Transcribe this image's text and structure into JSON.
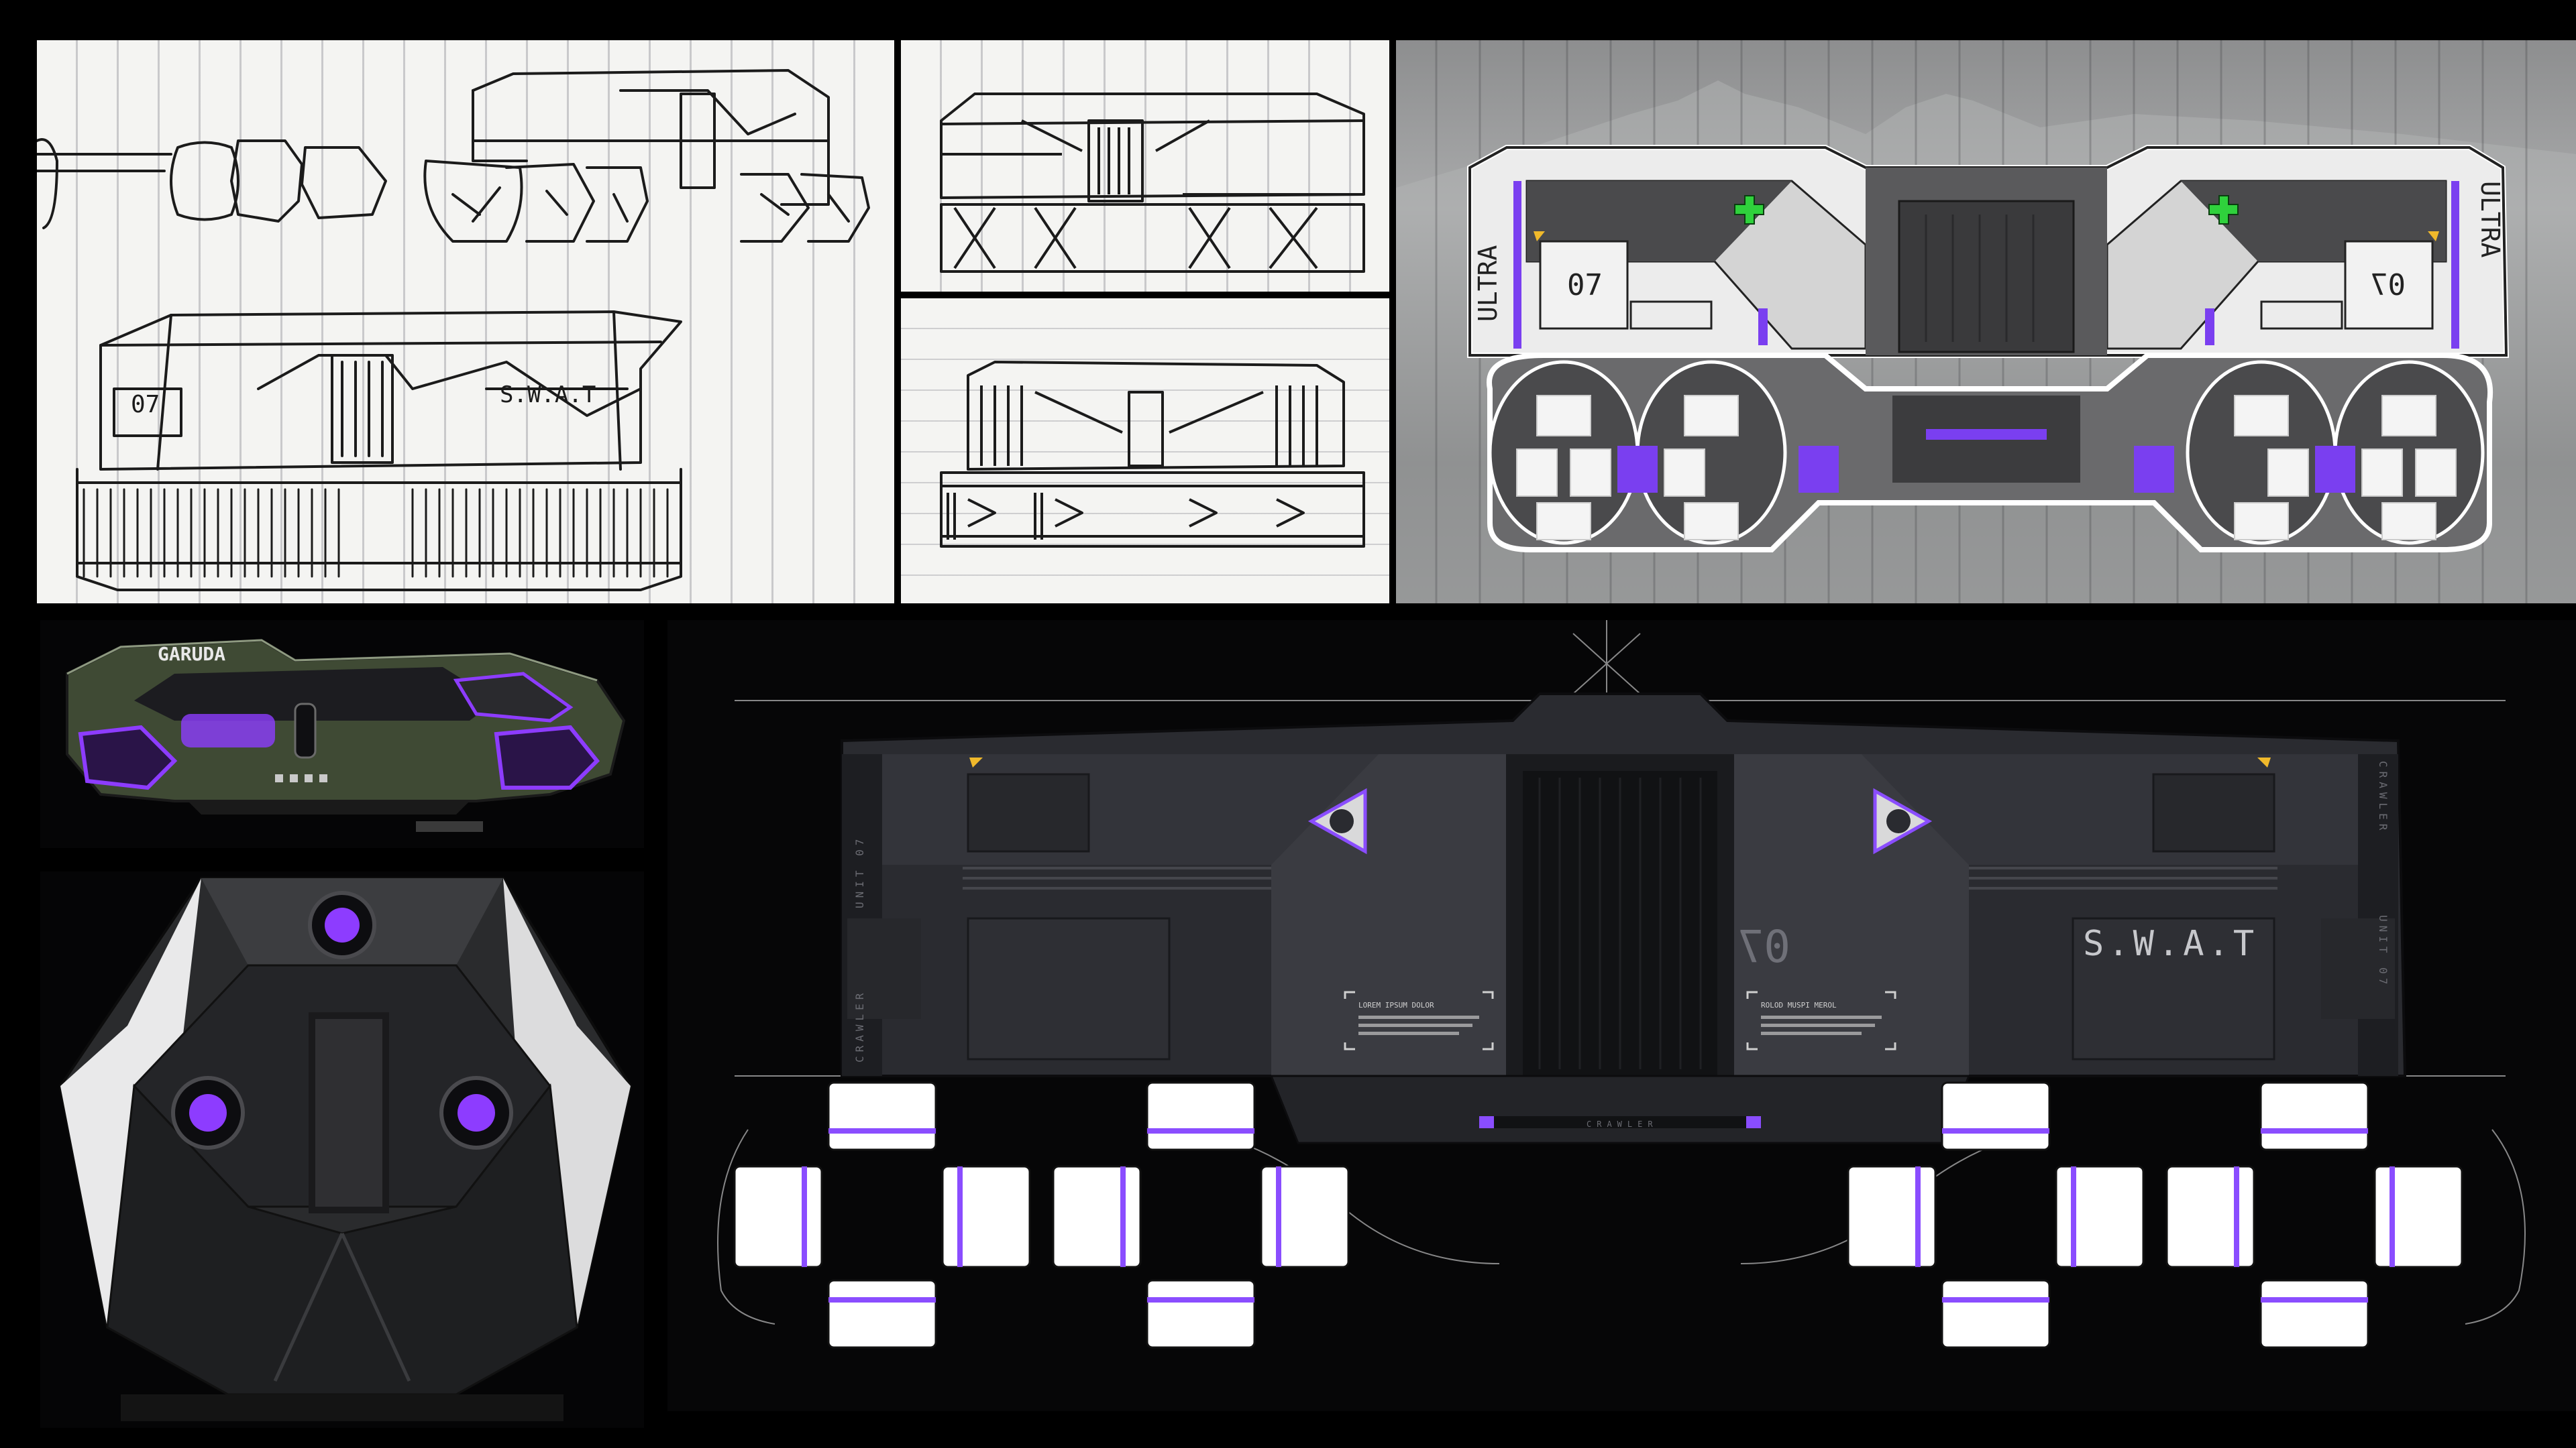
{
  "sketches": {
    "pencil_number": "07",
    "pencil_unit": "S.W.A.T"
  },
  "concept_grey": {
    "side_text_left": "ULTRA",
    "side_text_right": "ULTRA",
    "number_left": "07",
    "number_right": "07",
    "cross_color": "#2fd13c",
    "accent_color": "#7a3ff0"
  },
  "model_top": {
    "brand": "GARUDA",
    "accent_color": "#8d3cff"
  },
  "render": {
    "number": "07",
    "unit": "S.W.A.T",
    "side_left": "UNIT 07",
    "side_left_lower": "CRAWLER",
    "side_right": "CRAWLER",
    "side_right_lower": "UNIT 07",
    "bottom_strip": "CRAWLER",
    "info_left_title": "LOREM IPSUM DOLOR",
    "info_right_title": "ROLOD MUSPI MEROL",
    "accent_color": "#8a4dff"
  }
}
